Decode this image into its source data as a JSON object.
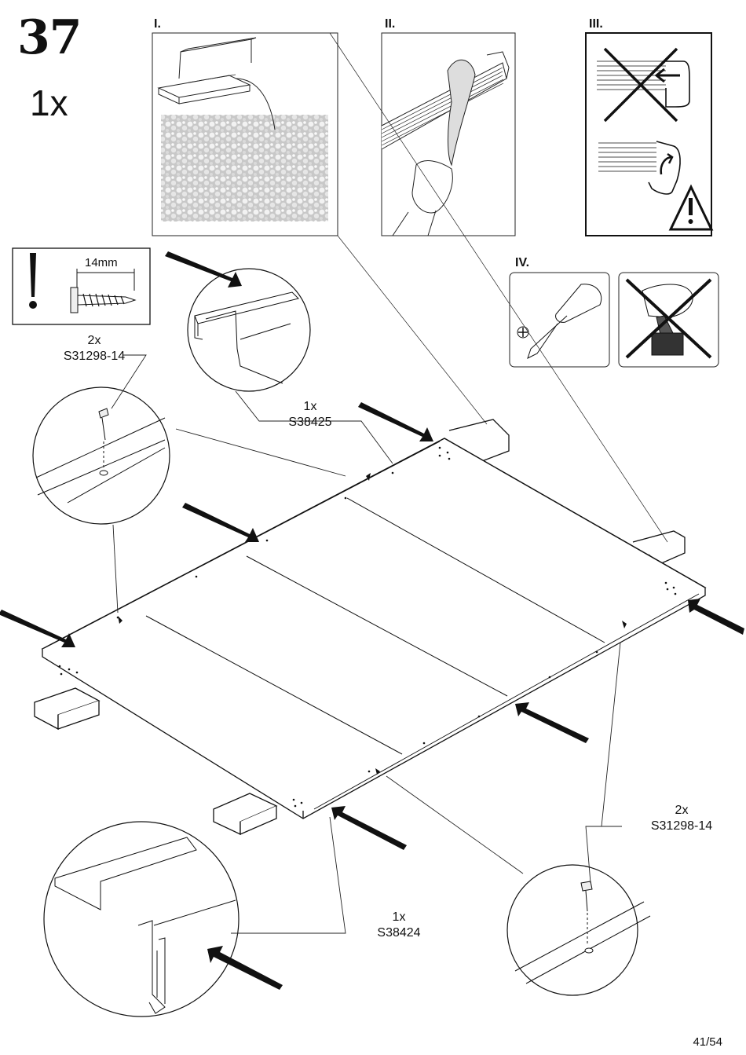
{
  "step": {
    "number": "37",
    "quantity": "1x"
  },
  "panels": {
    "p1": "I.",
    "p2": "II.",
    "p3": "III.",
    "p4": "IV."
  },
  "screw_note": {
    "length": "14mm"
  },
  "callouts": {
    "top_left_qty": "2x",
    "top_left_part": "S31298-14",
    "center_qty": "1x",
    "center_part": "S38425",
    "bottom_qty": "1x",
    "bottom_part": "S38424",
    "right_qty": "2x",
    "right_part": "S31298-14"
  },
  "page": {
    "number": "41/54"
  },
  "icons": [
    "warning-icon",
    "screw-icon",
    "screwdriver-icon",
    "power-drill-icon",
    "arrow-icon"
  ]
}
